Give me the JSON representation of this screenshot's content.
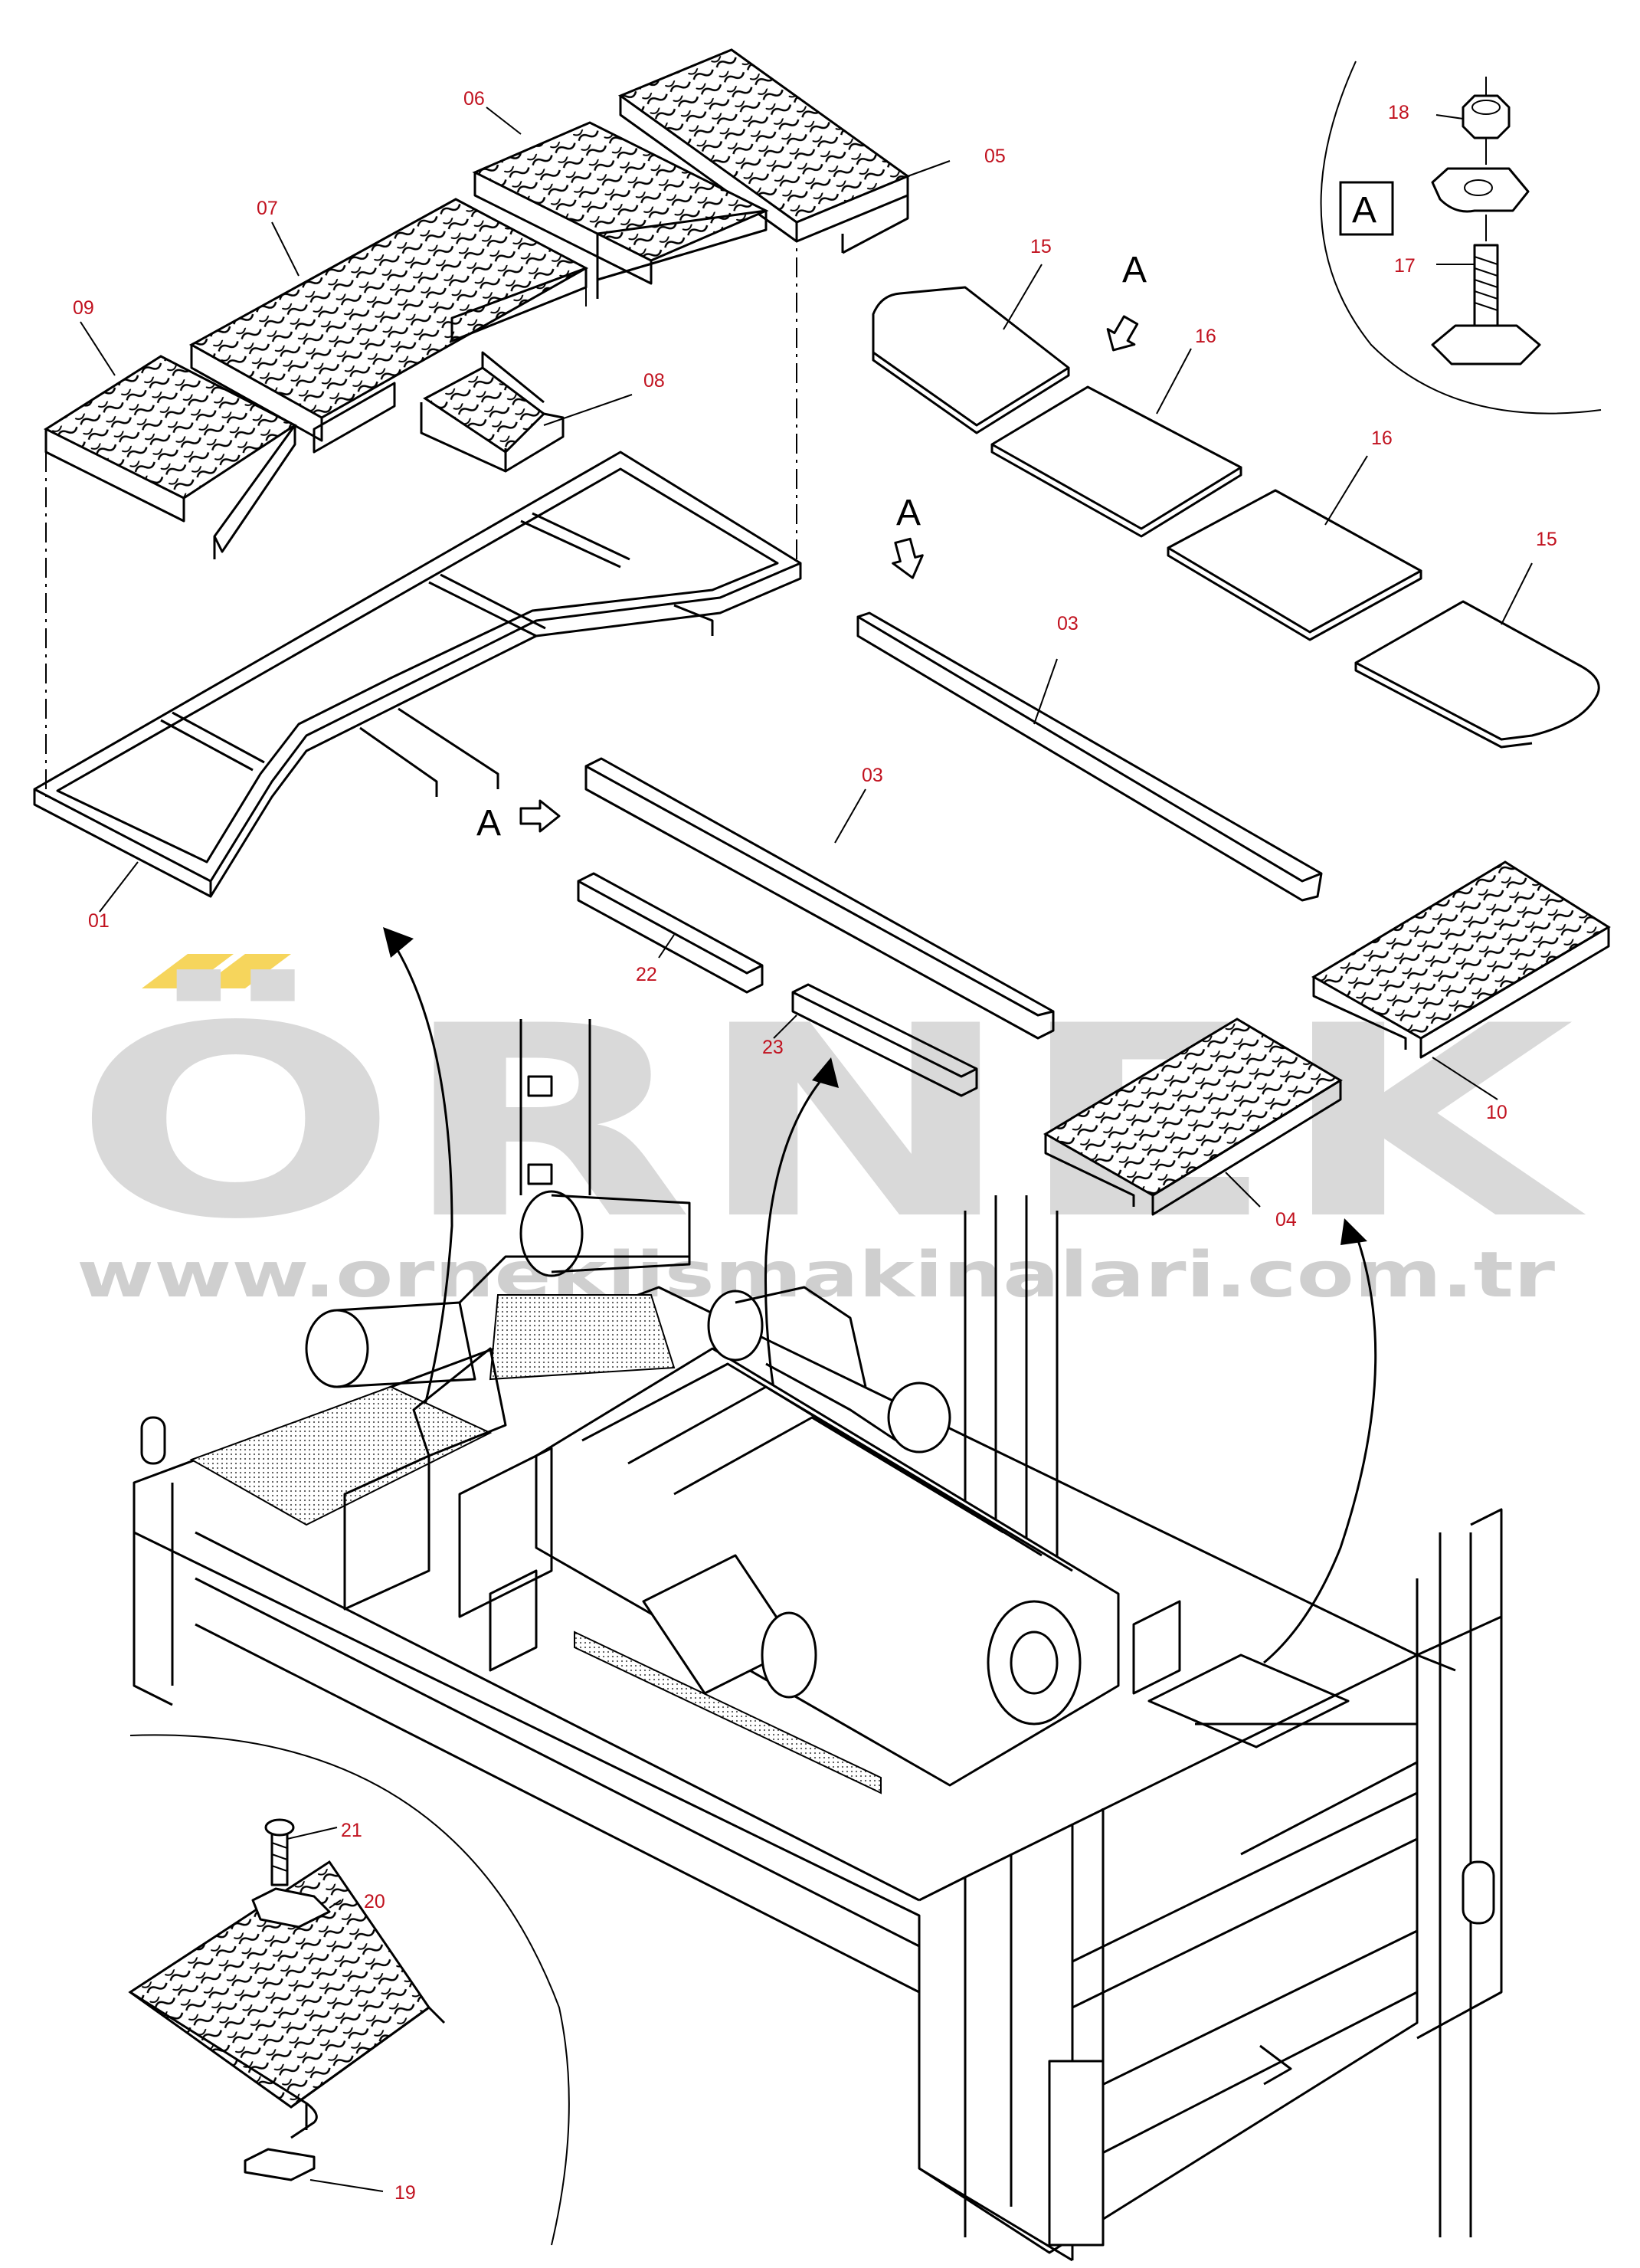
{
  "watermark": {
    "brand": "ÖRNEK",
    "url": "www.orneklismakinalari.com.tr",
    "accent_color": "#f6d55c",
    "text_color": "#d9d9d9"
  },
  "label_color": "#c1121f",
  "views": {
    "view_a_box": "A",
    "arrow_upper": "A",
    "arrow_mid": "A",
    "arrow_left": "A"
  },
  "callouts": {
    "01": "01",
    "03a": "03",
    "03b": "03",
    "04": "04",
    "05": "05",
    "06": "06",
    "07": "07",
    "08": "08",
    "09": "09",
    "10": "10",
    "15a": "15",
    "15b": "15",
    "16a": "16",
    "16b": "16",
    "17": "17",
    "18": "18",
    "19": "19",
    "20": "20",
    "21": "21",
    "22": "22",
    "23": "23"
  }
}
